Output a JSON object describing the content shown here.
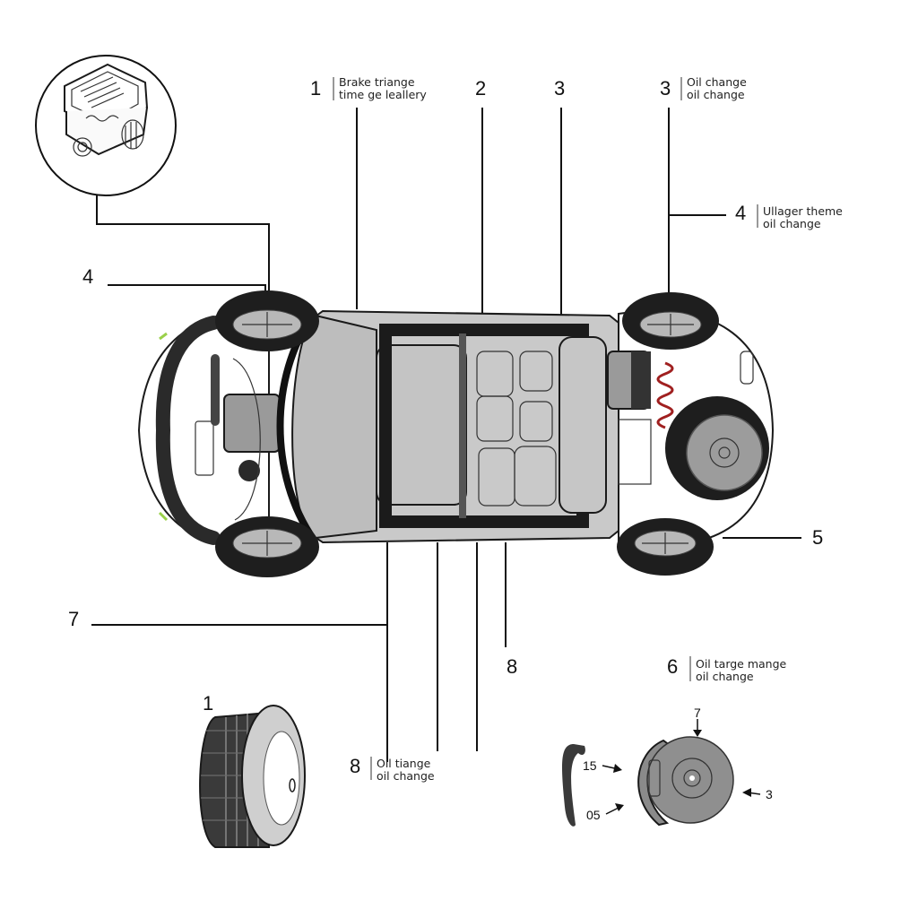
{
  "diagram": {
    "title": "",
    "subject": "Car underbody / top-down component diagram",
    "colors": {
      "body": "#c9c9c9",
      "body_dark": "#8e8e8e",
      "tire": "#1e1e1e",
      "interior_dark": "#1b1b1b",
      "spring": "#a02020",
      "accent_light": "#9ad04a"
    },
    "callouts": [
      {
        "id": "c1",
        "number": "1",
        "line1": "Brake triange",
        "line2": "time ge leallery"
      },
      {
        "id": "c2",
        "number": "2",
        "line1": "",
        "line2": ""
      },
      {
        "id": "c3a",
        "number": "3",
        "line1": "",
        "line2": ""
      },
      {
        "id": "c3b",
        "number": "3",
        "line1": "Oil change",
        "line2": "oil change"
      },
      {
        "id": "c4r",
        "number": "4",
        "line1": "Ullager theme",
        "line2": "oil change"
      },
      {
        "id": "c4l",
        "number": "4",
        "line1": "",
        "line2": ""
      },
      {
        "id": "c5",
        "number": "5",
        "line1": "",
        "line2": ""
      },
      {
        "id": "c6",
        "number": "6",
        "line1": "Oil targe mange",
        "line2": "oil change"
      },
      {
        "id": "c7",
        "number": "7",
        "line1": "",
        "line2": ""
      },
      {
        "id": "c8a",
        "number": "8",
        "line1": "",
        "line2": ""
      },
      {
        "id": "c8b",
        "number": "8",
        "line1": "Oil tiange",
        "line2": "oil change"
      },
      {
        "id": "tire",
        "number": "1",
        "line1": "",
        "line2": ""
      }
    ],
    "brake_detail": {
      "labels": [
        "7",
        "15",
        "05",
        "3"
      ]
    },
    "insets": [
      {
        "name": "engine",
        "icon": "engine-icon"
      },
      {
        "name": "tire",
        "icon": "tire-icon"
      },
      {
        "name": "brake-disc",
        "icon": "brake-disc-icon"
      }
    ]
  }
}
